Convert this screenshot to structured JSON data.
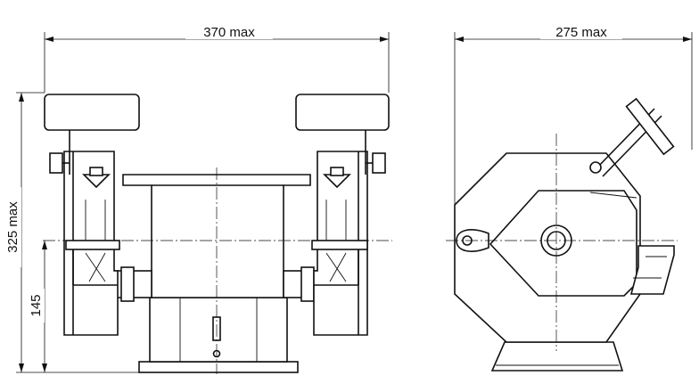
{
  "dimensions": {
    "front_width": "370 max",
    "side_depth": "275 max",
    "total_height": "325 max",
    "spindle_height": "145"
  }
}
